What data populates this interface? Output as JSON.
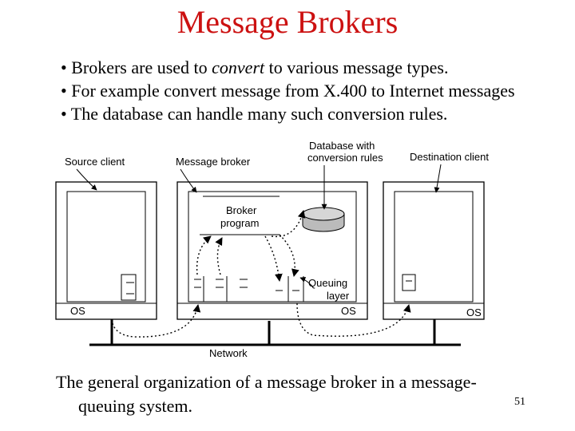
{
  "slide": {
    "title": "Message Brokers",
    "bullets": {
      "b1_pre": "• Brokers are used to ",
      "b1_em": "convert",
      "b1_post": " to various message types.",
      "b2": "• For example convert message from X.400 to Internet messages",
      "b3": "• The database can handle many such conversion rules."
    },
    "caption": {
      "line1": "The general organization of a message broker in a message-",
      "line2": "queuing system."
    },
    "page_number": "51"
  },
  "diagram": {
    "labels": {
      "source_client": "Source client",
      "message_broker": "Message broker",
      "database_line1": "Database with",
      "database_line2": "conversion rules",
      "destination_client": "Destination client",
      "broker_line1": "Broker",
      "broker_line2": "program",
      "queuing_line1": "Queuing",
      "queuing_line2": "layer",
      "os_left": "OS",
      "os_middle": "OS",
      "os_right": "OS",
      "network": "Network"
    },
    "colors": {
      "database_fill": "#bbbbbb",
      "title": "#cc1111"
    }
  }
}
